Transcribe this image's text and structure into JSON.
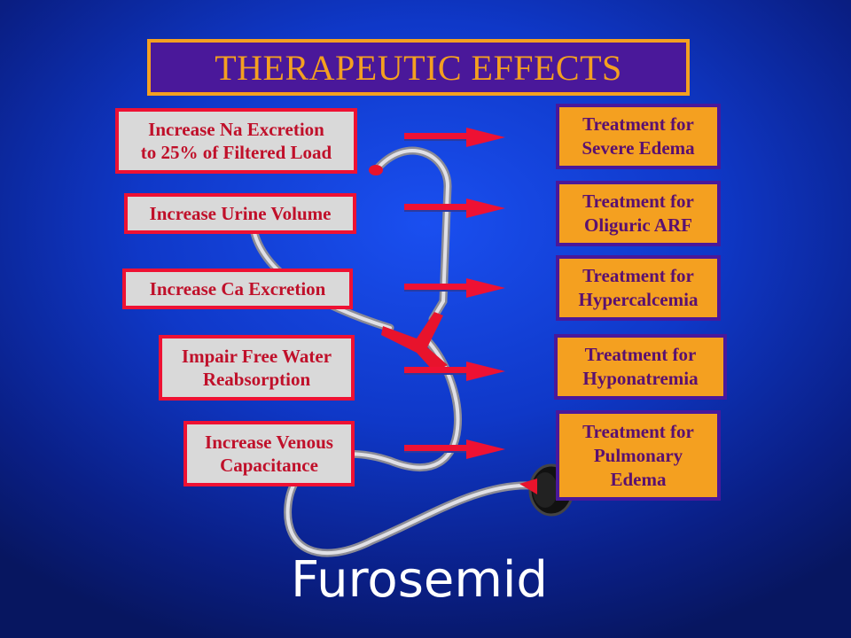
{
  "title": "THERAPEUTIC EFFECTS",
  "effects": [
    {
      "label": "Increase Na Excretion\nto 25% of Filtered Load"
    },
    {
      "label": "Increase Urine Volume"
    },
    {
      "label": "Increase Ca Excretion"
    },
    {
      "label": "Impair Free Water\nReabsorption"
    },
    {
      "label": "Increase Venous\nCapacitance"
    }
  ],
  "treatments": [
    {
      "label": "Treatment for\nSevere Edema"
    },
    {
      "label": "Treatment for\nOliguric ARF"
    },
    {
      "label": "Treatment for\nHypercalcemia"
    },
    {
      "label": "Treatment for\nHyponatremia"
    },
    {
      "label": "Treatment for\nPulmonary\nEdema"
    }
  ],
  "caption": "Furosemid",
  "colors": {
    "background": "#0f38c8",
    "title_fill": "#4a189a",
    "title_text": "#f4a020",
    "effect_fill": "#d9d9d9",
    "effect_border": "#ee1133",
    "treatment_fill": "#f4a020",
    "treatment_border": "#4a189a",
    "arrow": "#ee1133"
  },
  "icons": [
    "stethoscope-icon",
    "arrow-right-icon"
  ]
}
